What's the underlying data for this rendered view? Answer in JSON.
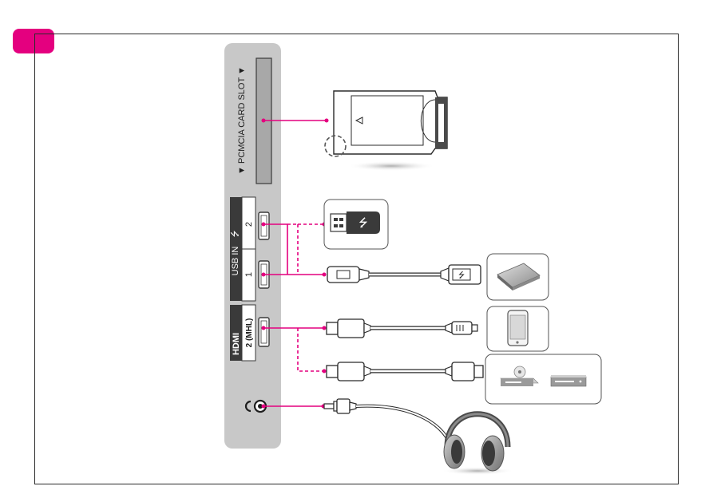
{
  "panel": {
    "pcmcia_label": "▼ PCMCIA CARD SLOT ▼",
    "usb_label": "USB IN",
    "usb_symbol": "⭍",
    "usb_port_1": "1",
    "usb_port_2": "2",
    "hdmi_logo": "HDMI",
    "hdmi_port_label": "2 (MHL)"
  },
  "colors": {
    "accent": "#e4007f",
    "panel_bg": "#c8c8c8",
    "dark_label": "#3a3a3a"
  },
  "icons": [
    "ci-module-icon",
    "usb-stick-icon",
    "usb-cable-icon",
    "hard-drive-icon",
    "smartphone-icon",
    "mhl-cable-icon",
    "hdmi-cable-icon",
    "dvd-player-icon",
    "bluray-player-icon",
    "headphone-jack-icon",
    "headphones-icon"
  ]
}
